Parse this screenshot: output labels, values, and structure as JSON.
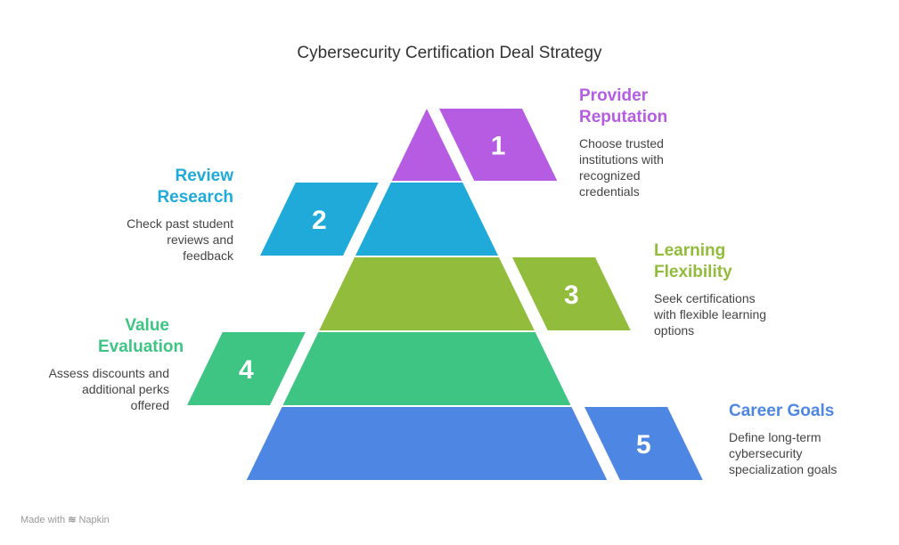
{
  "title": "Cybersecurity Certification Deal Strategy",
  "steps": [
    {
      "number": "1",
      "title": "Provider Reputation",
      "description": "Choose trusted institutions with recognized credentials",
      "color": "#B55CE3"
    },
    {
      "number": "2",
      "title": "Review Research",
      "description": "Check past student reviews and feedback",
      "color": "#1FAAD9"
    },
    {
      "number": "3",
      "title": "Learning Flexibility",
      "description": "Seek certifications with flexible learning options",
      "color": "#92BC3B"
    },
    {
      "number": "4",
      "title": "Value Evaluation",
      "description": "Assess discounts and additional perks offered",
      "color": "#3EC584"
    },
    {
      "number": "5",
      "title": "Career Goals",
      "description": "Define long-term cybersecurity specialization goals",
      "color": "#4D87E3"
    }
  ],
  "branding": {
    "made_with": "Made with",
    "icon": "napkin-logo-icon",
    "name": "Napkin"
  }
}
